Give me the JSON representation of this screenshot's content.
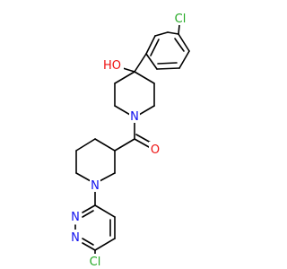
{
  "colors": {
    "background": "#ffffff",
    "bond": "#000000",
    "carbon": "#000000",
    "chlorine": "#22a822",
    "oxygen": "#ee1111",
    "nitrogen": "#1111ee"
  },
  "atoms": {
    "cl_top": "Cl",
    "hydroxyl": "HO",
    "n_piperidine_top": "N",
    "carbonyl_o": "O",
    "n_piperidine_bottom": "N",
    "n_pyridazine_1": "N",
    "n_pyridazine_2": "N",
    "cl_bottom": "Cl"
  }
}
